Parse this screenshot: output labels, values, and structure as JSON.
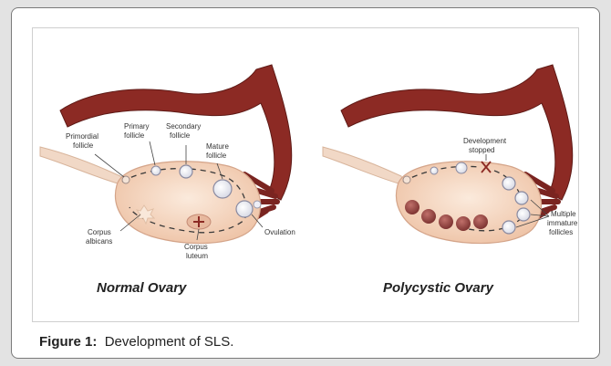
{
  "normal": {
    "labels": {
      "primordial": [
        "Primordial",
        "follicle"
      ],
      "primary": [
        "Primary",
        "follicle"
      ],
      "secondary": [
        "Secondary",
        "follicle"
      ],
      "mature": [
        "Mature",
        "follicle"
      ],
      "ovulation": "Ovulation",
      "albicans": [
        "Corpus",
        "albicans"
      ],
      "luteum": [
        "Corpus",
        "luteum"
      ]
    },
    "title": "Normal Ovary"
  },
  "polycystic": {
    "labels": {
      "stopped": [
        "Development",
        "stopped"
      ],
      "immature": [
        "Multiple",
        "immature",
        "follicles"
      ]
    },
    "title": "Polycystic Ovary"
  },
  "caption": {
    "prefix": "Figure 1:",
    "text": "Development of SLS."
  },
  "colors": {
    "tube": "#8c2a24",
    "ovary": "#f2cdb4",
    "ligament": "#f1d8c6",
    "cyst": "#9a4a48"
  }
}
